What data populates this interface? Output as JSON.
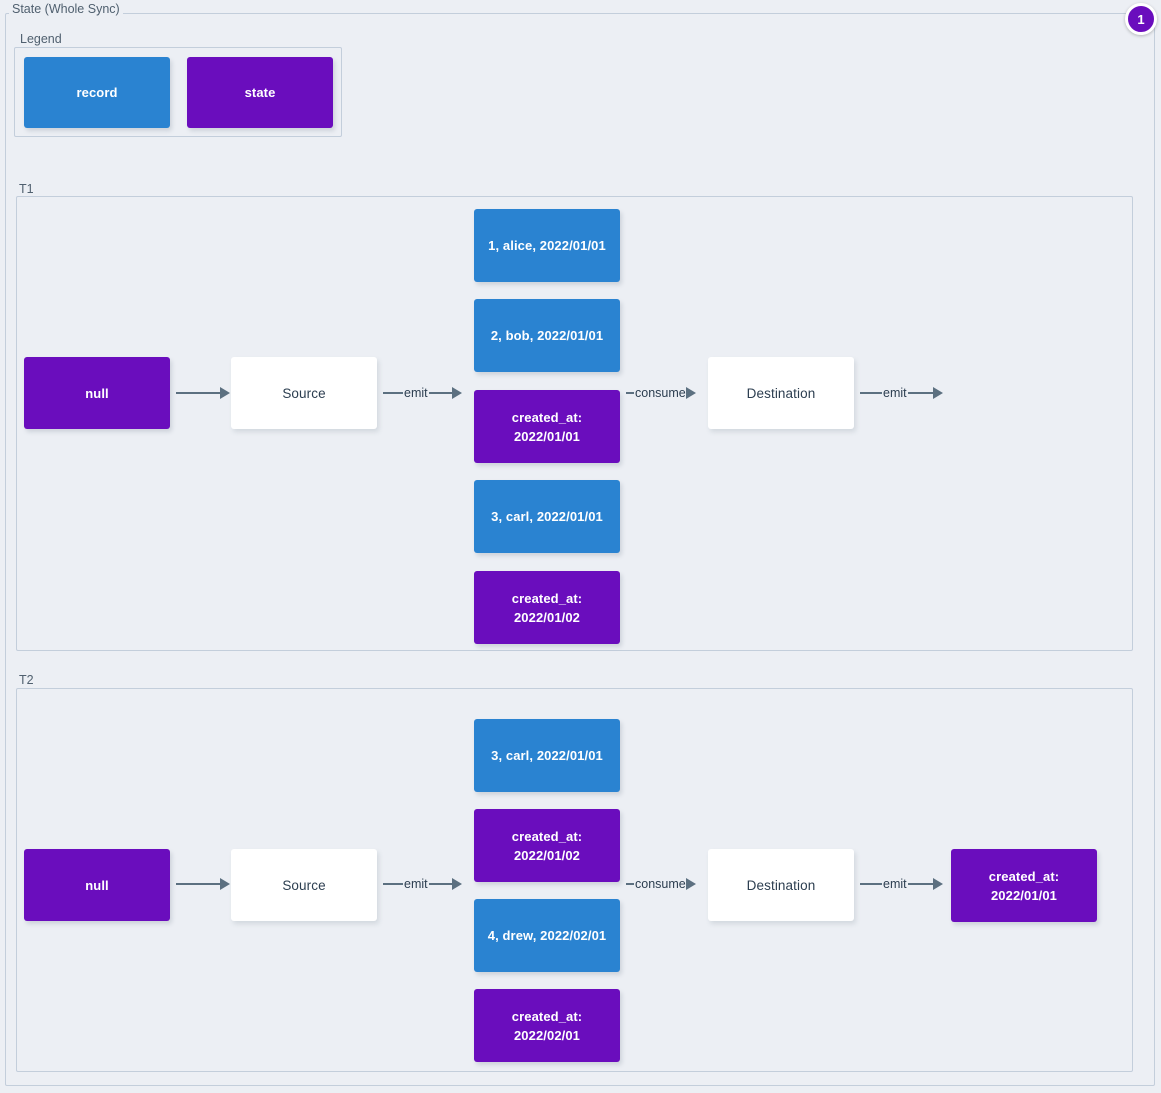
{
  "title": "State (Whole Sync)",
  "badge": {
    "count": "1"
  },
  "legend": {
    "title": "Legend",
    "items": [
      {
        "label": "record",
        "kind": "record",
        "color": "#2a83d1"
      },
      {
        "label": "state",
        "kind": "state",
        "color": "#6a0dbd"
      }
    ]
  },
  "colors": {
    "record": "#2a83d1",
    "state": "#6a0dbd",
    "plain": "#ffffff",
    "edge": "#5c7080",
    "frame_border": "#c3cedb",
    "background": "#eceff4",
    "title_text": "#50606f"
  },
  "groups": [
    {
      "title": "T1",
      "nodes": {
        "initial_state": "null",
        "source": "Source",
        "destination": "Destination",
        "stream": [
          {
            "kind": "record",
            "label": "1, alice, 2022/01/01"
          },
          {
            "kind": "record",
            "label": "2, bob, 2022/01/01"
          },
          {
            "kind": "state",
            "label": "created_at:\n2022/01/01"
          },
          {
            "kind": "record",
            "label": "3, carl, 2022/01/01"
          },
          {
            "kind": "state",
            "label": "created_at:\n2022/01/02"
          }
        ],
        "output": null
      },
      "edges": {
        "state_to_source": "",
        "source_to_stream": "emit",
        "stream_to_destination": "consume",
        "destination_out": "emit"
      }
    },
    {
      "title": "T2",
      "nodes": {
        "initial_state": "null",
        "source": "Source",
        "destination": "Destination",
        "stream": [
          {
            "kind": "record",
            "label": "3, carl, 2022/01/01"
          },
          {
            "kind": "state",
            "label": "created_at:\n2022/01/02"
          },
          {
            "kind": "record",
            "label": "4, drew, 2022/02/01"
          },
          {
            "kind": "state",
            "label": "created_at:\n2022/02/01"
          }
        ],
        "output": {
          "kind": "state",
          "label": "created_at:\n2022/01/01"
        }
      },
      "edges": {
        "state_to_source": "",
        "source_to_stream": "emit",
        "stream_to_destination": "consume",
        "destination_out": "emit"
      }
    }
  ]
}
